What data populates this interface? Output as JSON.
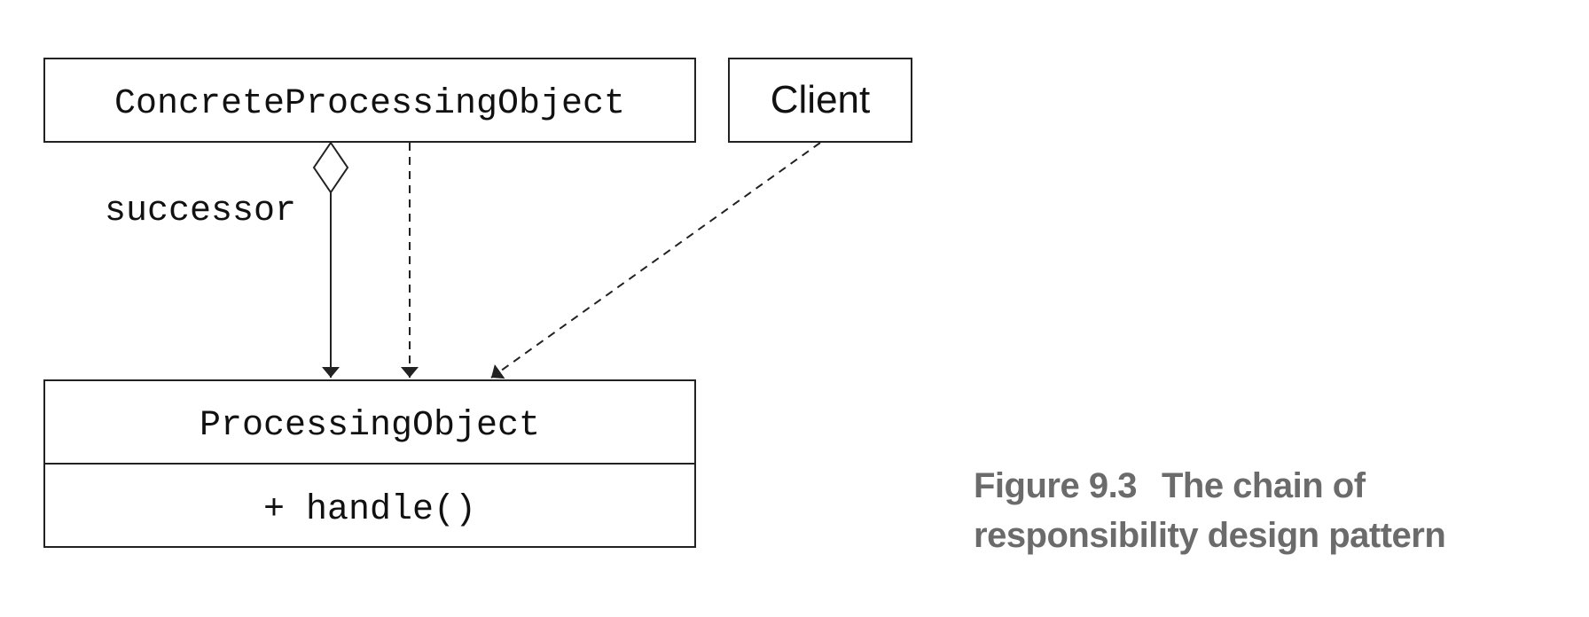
{
  "diagram": {
    "classes": {
      "concrete": {
        "name": "ConcreteProcessingObject"
      },
      "client": {
        "name": "Client"
      },
      "processing": {
        "name": "ProcessingObject",
        "method": "+ handle()"
      }
    },
    "labels": {
      "successor": "successor"
    }
  },
  "caption": {
    "figure_number": "Figure 9.3",
    "line1_rest": "The chain of",
    "line2": "responsibility design pattern"
  },
  "colors": {
    "line": "#222222",
    "caption": "#6b6b6b"
  }
}
